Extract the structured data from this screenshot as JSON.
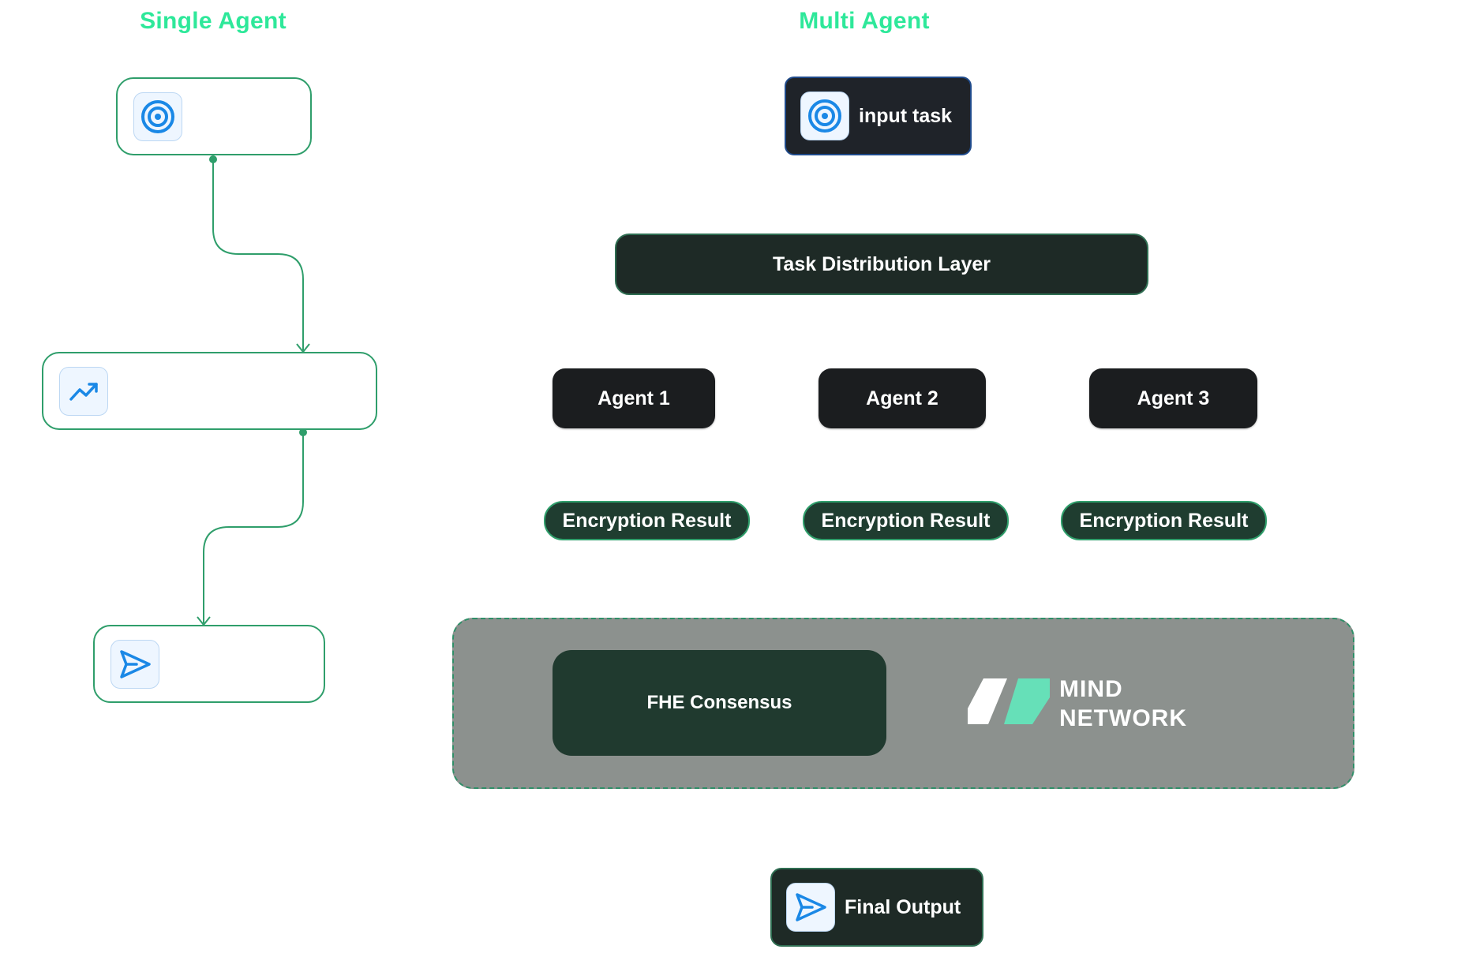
{
  "headings": {
    "single": "Single Agent",
    "multi": "Multi Agent"
  },
  "single_agent": {
    "steps": [
      {
        "icon": "target-icon"
      },
      {
        "icon": "trend-up-icon"
      },
      {
        "icon": "send-icon"
      }
    ]
  },
  "multi_agent": {
    "input": {
      "label": "input task",
      "icon": "target-icon"
    },
    "distribution": {
      "label": "Task Distribution Layer"
    },
    "agents": [
      {
        "label": "Agent 1"
      },
      {
        "label": "Agent 2"
      },
      {
        "label": "Agent 3"
      }
    ],
    "results": [
      {
        "label": "Encryption Result"
      },
      {
        "label": "Encryption Result"
      },
      {
        "label": "Encryption Result"
      }
    ],
    "consensus": {
      "label": "FHE Consensus"
    },
    "logo": {
      "line1": "MIND",
      "line2": "NETWORK"
    },
    "output": {
      "label": "Final Output",
      "icon": "send-icon"
    }
  },
  "colors": {
    "heading": "#2ee89a",
    "connector": "#2f9e6b",
    "icon_blue": "#1a88e6",
    "dark": "#1b1d1f",
    "consensus_bg": "#8c918e",
    "logo_teal": "#66e0b8"
  }
}
